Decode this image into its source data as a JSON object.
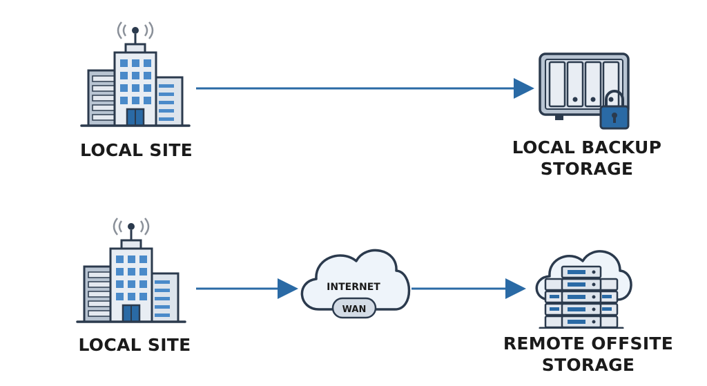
{
  "colors": {
    "accent": "#2a6aa5",
    "outline": "#2b3a4d",
    "panel": "#e4e9f0",
    "panel_dark": "#b8c4d2",
    "window": "#4a8ac9",
    "cloud_fill": "#eef4fa"
  },
  "icons": {
    "site": "office-building-icon",
    "local_storage": "nas-with-lock-icon",
    "network": "cloud-icon",
    "remote_storage": "cloud-server-rack-icon"
  },
  "top_row": {
    "source_label": "LOCAL SITE",
    "target_label_line1": "LOCAL BACKUP",
    "target_label_line2": "STORAGE"
  },
  "bottom_row": {
    "source_label": "LOCAL SITE",
    "cloud_label": "INTERNET",
    "cloud_badge": "WAN",
    "target_label_line1": "REMOTE OFFSITE",
    "target_label_line2": "STORAGE"
  }
}
